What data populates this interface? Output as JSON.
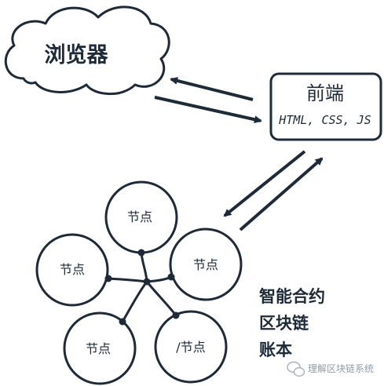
{
  "browser": {
    "label": "浏览器"
  },
  "frontend": {
    "title": "前端",
    "subtitle": "HTML, CSS, JS"
  },
  "nodes": [
    {
      "label": "节点"
    },
    {
      "label": "节点"
    },
    {
      "label": "节点"
    },
    {
      "label": "节点"
    },
    {
      "label": "/节点"
    }
  ],
  "side_labels": {
    "line1": "智能合约",
    "line2": "区块链",
    "line3": "账本"
  },
  "watermark": {
    "text": "理解区块链系统"
  },
  "colors": {
    "stroke": "#1e2a38",
    "text": "#1e2a38",
    "background": "#ffffff"
  }
}
